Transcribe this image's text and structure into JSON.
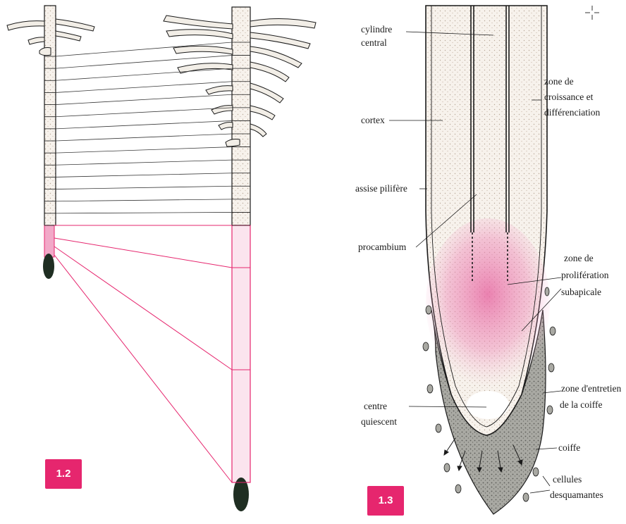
{
  "figures": [
    {
      "id": "fig-1-2",
      "badge": "1.2"
    },
    {
      "id": "fig-1-3",
      "badge": "1.3"
    }
  ],
  "labels": {
    "cylindre_central_1": "cylindre",
    "cylindre_central_2": "central",
    "zone_croissance_1": "zone de",
    "zone_croissance_2": "croissance et",
    "zone_croissance_3": "différenciation",
    "cortex": "cortex",
    "assise_pilifere": "assise pilifère",
    "procambium": "procambium",
    "zone_proliferation_1": "zone de",
    "zone_proliferation_2": "prolifération",
    "zone_proliferation_3": "subapicale",
    "centre_quiescent_1": "centre",
    "centre_quiescent_2": "quiescent",
    "zone_entretien_1": "zone d'entretien",
    "zone_entretien_2": "de la coiffe",
    "coiffe": "coiffe",
    "cellules_1": "cellules",
    "cellules_2": "desquamantes"
  },
  "colors": {
    "accent": "#e6266e",
    "line": "#1a1a1a",
    "stipple": "#b9a898",
    "pink": "#e890b4",
    "cap": "#8c8c86",
    "tip": "#1f2e22"
  },
  "icons": [
    "crosshair-icon"
  ]
}
